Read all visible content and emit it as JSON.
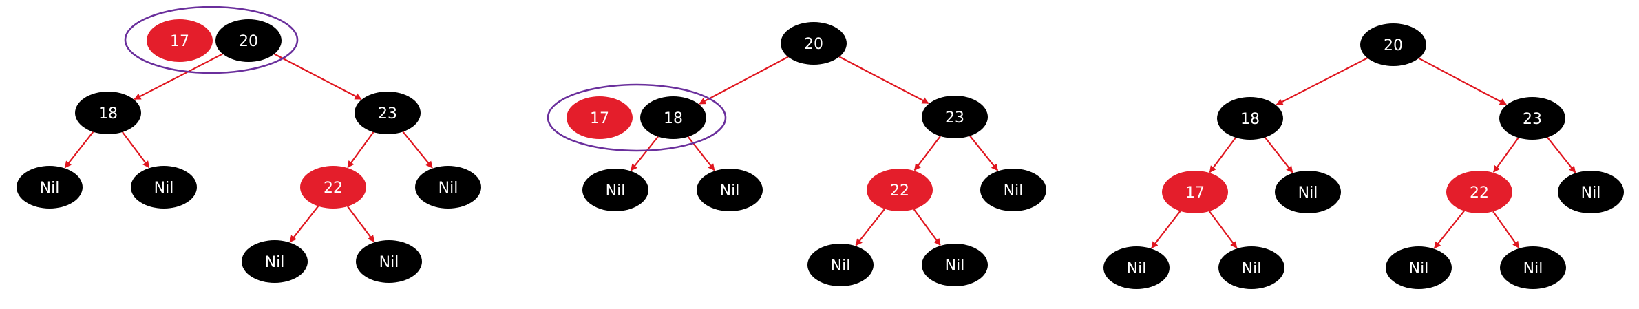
{
  "colors": {
    "red": "#e41e2b",
    "black": "#000000",
    "label": "#ffffff",
    "edge": "#e0161f",
    "highlight": "#6a2f9c"
  },
  "trees": [
    {
      "nodes": [
        {
          "id": "a17",
          "label": "17",
          "color": "red"
        },
        {
          "id": "a20",
          "label": "20",
          "color": "black"
        },
        {
          "id": "a18",
          "label": "18",
          "color": "black"
        },
        {
          "id": "a23",
          "label": "23",
          "color": "black"
        },
        {
          "id": "a22",
          "label": "22",
          "color": "red"
        },
        {
          "id": "an1",
          "label": "Nil",
          "color": "black"
        },
        {
          "id": "an2",
          "label": "Nil",
          "color": "black"
        },
        {
          "id": "an3",
          "label": "Nil",
          "color": "black"
        },
        {
          "id": "an4",
          "label": "Nil",
          "color": "black"
        },
        {
          "id": "an5",
          "label": "Nil",
          "color": "black"
        }
      ],
      "edges": [
        {
          "from": "a20",
          "to": "a18"
        },
        {
          "from": "a20",
          "to": "a23"
        },
        {
          "from": "a18",
          "to": "an1"
        },
        {
          "from": "a18",
          "to": "an2"
        },
        {
          "from": "a23",
          "to": "a22"
        },
        {
          "from": "a23",
          "to": "an3"
        },
        {
          "from": "a22",
          "to": "an4"
        },
        {
          "from": "a22",
          "to": "an5"
        }
      ],
      "grouped": [
        "a17",
        "a20"
      ]
    },
    {
      "nodes": [
        {
          "id": "b20",
          "label": "20",
          "color": "black"
        },
        {
          "id": "b17",
          "label": "17",
          "color": "red"
        },
        {
          "id": "b18",
          "label": "18",
          "color": "black"
        },
        {
          "id": "b23",
          "label": "23",
          "color": "black"
        },
        {
          "id": "b22",
          "label": "22",
          "color": "red"
        },
        {
          "id": "bn1",
          "label": "Nil",
          "color": "black"
        },
        {
          "id": "bn2",
          "label": "Nil",
          "color": "black"
        },
        {
          "id": "bn3",
          "label": "Nil",
          "color": "black"
        },
        {
          "id": "bn4",
          "label": "Nil",
          "color": "black"
        },
        {
          "id": "bn5",
          "label": "Nil",
          "color": "black"
        }
      ],
      "edges": [
        {
          "from": "b20",
          "to": "b18"
        },
        {
          "from": "b20",
          "to": "b23"
        },
        {
          "from": "b18",
          "to": "bn1"
        },
        {
          "from": "b18",
          "to": "bn2"
        },
        {
          "from": "b23",
          "to": "b22"
        },
        {
          "from": "b23",
          "to": "bn3"
        },
        {
          "from": "b22",
          "to": "bn4"
        },
        {
          "from": "b22",
          "to": "bn5"
        }
      ],
      "grouped": [
        "b17",
        "b18"
      ]
    },
    {
      "nodes": [
        {
          "id": "c20",
          "label": "20",
          "color": "black"
        },
        {
          "id": "c18",
          "label": "18",
          "color": "black"
        },
        {
          "id": "c23",
          "label": "23",
          "color": "black"
        },
        {
          "id": "c17",
          "label": "17",
          "color": "red"
        },
        {
          "id": "c22",
          "label": "22",
          "color": "red"
        },
        {
          "id": "cn1",
          "label": "Nil",
          "color": "black"
        },
        {
          "id": "cn2",
          "label": "Nil",
          "color": "black"
        },
        {
          "id": "cn3",
          "label": "Nil",
          "color": "black"
        },
        {
          "id": "cn4",
          "label": "Nil",
          "color": "black"
        },
        {
          "id": "cn5",
          "label": "Nil",
          "color": "black"
        },
        {
          "id": "cn6",
          "label": "Nil",
          "color": "black"
        }
      ],
      "edges": [
        {
          "from": "c20",
          "to": "c18"
        },
        {
          "from": "c20",
          "to": "c23"
        },
        {
          "from": "c18",
          "to": "c17"
        },
        {
          "from": "c18",
          "to": "cn1"
        },
        {
          "from": "c17",
          "to": "cn2"
        },
        {
          "from": "c17",
          "to": "cn3"
        },
        {
          "from": "c23",
          "to": "c22"
        },
        {
          "from": "c23",
          "to": "cn4"
        },
        {
          "from": "c22",
          "to": "cn5"
        },
        {
          "from": "c22",
          "to": "cn6"
        }
      ],
      "grouped": []
    }
  ]
}
